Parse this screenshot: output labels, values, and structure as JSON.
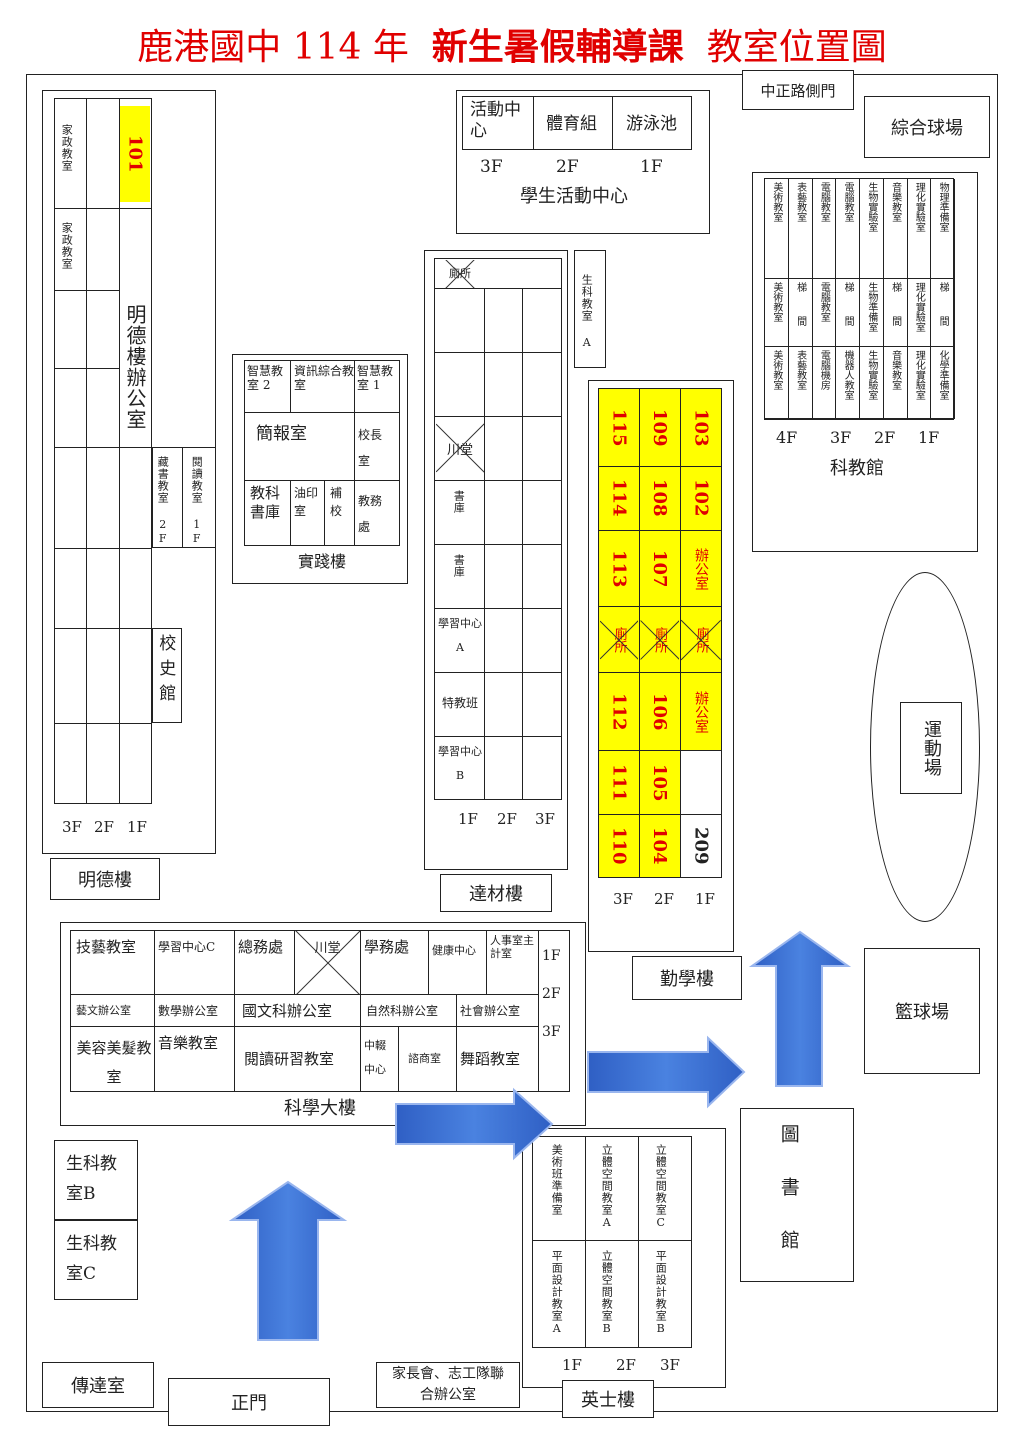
{
  "title": {
    "school": "鹿港國中 114 年",
    "course": "新生暑假輔導課",
    "map": "教室位置圖"
  },
  "gates": {
    "side": "中正路側門",
    "main": "正門"
  },
  "facilities": {
    "ball_court": "綜合球場",
    "track": "運動場",
    "basketball": "籃球場",
    "library": "圖書館",
    "reception": "傳達室",
    "parents": "家長會、志工隊聯合辦公室"
  },
  "activity_center": {
    "name": "學生活動中心",
    "cells": [
      "活動中心",
      "體育組",
      "游泳池"
    ],
    "floors": [
      "3F",
      "2F",
      "1F"
    ]
  },
  "mingde": {
    "name": "明德樓",
    "cells": [
      "家政教室",
      "家政教室",
      "101",
      "明德樓辦公室",
      "藏書教室 2F",
      "閱讀教室 1F",
      "校史館"
    ],
    "floors": [
      "3F",
      "2F",
      "1F"
    ]
  },
  "shijian": {
    "name": "實踐樓",
    "cells": [
      "智慧教室 2",
      "資訊綜合教室",
      "智慧教室 1",
      "簡報室",
      "校長室",
      "教科書庫",
      "油印室",
      "補校",
      "教務處"
    ]
  },
  "dacai": {
    "name": "達材樓",
    "cells": [
      "廁所",
      "川堂",
      "書庫",
      "書庫",
      "學習中心A",
      "特教班",
      "學習中心B"
    ],
    "floors": [
      "1F",
      "2F",
      "3F"
    ]
  },
  "bio_a": "生科教室 A",
  "qinxue": {
    "name": "勤學樓",
    "col1": [
      "115",
      "114",
      "113",
      "廁所",
      "112",
      "111",
      "110"
    ],
    "col2": [
      "109",
      "108",
      "107",
      "廁所",
      "106",
      "105",
      "104"
    ],
    "col3": [
      "103",
      "102",
      "辦公室",
      "廁所",
      "辦公室",
      "",
      "209"
    ],
    "floors": [
      "3F",
      "2F",
      "1F"
    ]
  },
  "kejiao": {
    "name": "科教館",
    "row1": [
      "美術教室",
      "表藝教室",
      "電腦教室",
      "電腦教室",
      "生物實驗室",
      "音樂教室",
      "理化實驗室",
      "物理準備室"
    ],
    "row2": [
      "美術教室",
      "梯",
      "電腦教室",
      "梯",
      "生物準備室",
      "梯",
      "理化實驗室",
      "梯"
    ],
    "row3": [
      "美術教室",
      "表藝教室",
      "電腦機房",
      "機器人教室",
      "生物實驗室",
      "音樂教室",
      "理化實驗室",
      "化學準備室"
    ],
    "stairs": [
      "間",
      "間",
      "間",
      "間"
    ],
    "floors": [
      "4F",
      "3F",
      "2F",
      "1F"
    ]
  },
  "science": {
    "name": "科學大樓",
    "row1": [
      "技藝教室",
      "學習中心C",
      "總務處",
      "川堂",
      "學務處",
      "健康中心",
      "人事室主計室"
    ],
    "row2": [
      "藝文辦公室",
      "數學辦公室",
      "國文科辦公室",
      "自然科辦公室",
      "社會辦公室"
    ],
    "row3": [
      "美容美髮教室",
      "音樂教室",
      "閱讀研習教室",
      "中輟中心",
      "諮商室",
      "舞蹈教室"
    ],
    "floors": [
      "1F",
      "2F",
      "3F"
    ]
  },
  "bio_bc": [
    "生科教室B",
    "生科教室C"
  ],
  "yingshi": {
    "name": "英士樓",
    "top": [
      "美術班準備室",
      "立體空間教室A",
      "立體空間教室C"
    ],
    "bottom": [
      "平面設計教室A",
      "立體空間教室B",
      "平面設計教室B"
    ],
    "floors": [
      "1F",
      "2F",
      "3F"
    ]
  },
  "colors": {
    "title": "#e00000",
    "highlight": "#ffff00",
    "arrow": "#3a6fd6"
  }
}
